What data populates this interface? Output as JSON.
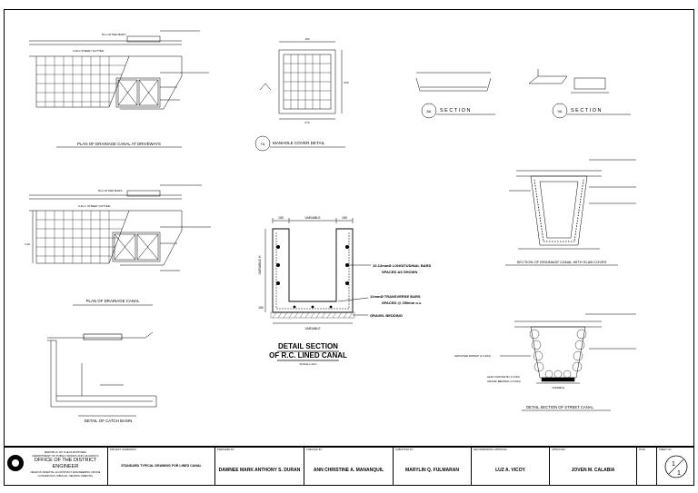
{
  "views": {
    "driveway": {
      "title": "PLAN OF DRAINAGE CANAL AT DRIVEWAYS",
      "gutter": "0.40m STREET GUTTER",
      "bars": "5mm Ø TIED BARS"
    },
    "manhole": {
      "tag": "7A",
      "title": "MANHOLE COVER DETAIL",
      "dim_top": "150",
      "dim_bottom": "670",
      "dim_side": "620"
    },
    "section_left": {
      "tag": "8A",
      "title": "SECTION"
    },
    "section_right": {
      "tag": "9A",
      "title": "SECTION"
    },
    "slab_cover": {
      "title": "SECTION OF DRAINAGE CANAL WITH SLAB COVER"
    },
    "plan_canal": {
      "title": "PLAN OF DRAINAGE CANAL",
      "gutter": "0.40 m STREET GUTTER",
      "bars": "5mm Ø TIED BARS",
      "dim": "1.00"
    },
    "lined_canal": {
      "title_line1": "DETAIL SECTION",
      "title_line2": "OF R.C. LINED CANAL",
      "scale": "SCALE 1:10m",
      "dim_left": "150",
      "dim_mid": "VARIABLE",
      "dim_right": "150",
      "dim_height": "VARIABLE H",
      "dim_bottom_left": "150",
      "dim_bottom": "VARIABLE",
      "note_long": "10-12mmØ LONGITUDINAL BARS",
      "note_long2": "SPACED AS SHOWN",
      "note_trans": "12mmØ TRANSVERSE BARS",
      "note_trans2": "SPACED @ 250mm o.c.",
      "note_gravel": "GRAVEL BEDDING"
    },
    "catch_basin": {
      "title": "DETAIL OF CATCH BASIN"
    },
    "street_canal": {
      "title": "DETAIL SECTION OF STREET CANAL",
      "note_riprap": "GROUTED RIPRAP (1:3:26d)",
      "note_lean": "LEAN CONCRETE (1:3:26d)",
      "note_gravel": "GRAVEL BEDDING (1:3:26d)",
      "note_variable": "VARIABLE"
    }
  },
  "title_block": {
    "office_line1": "REPUBLIC OF THE PHILIPPINES",
    "office_line2": "DEPARTMENT OF PUBLIC WORKS AND HIGHWAYS",
    "office_name": "OFFICE OF THE DISTRICT ENGINEER",
    "office_line3": "NEGROS ORIENTAL 2nd DISTRICT ENGINEERING OFFICE",
    "office_line4": "CONCEPCION, SIBULAN, NEGROS ORIENTAL",
    "project_caption": "PROJECT NAME/DESC:",
    "drawing_title": "STANDARD TYPICAL DRAWING FOR LINED CANAL",
    "prepared_caption": "PREPARED BY:",
    "prepared_by": "DAWNEE MARK ANTHONY S. DURAN",
    "checked_caption": "CHECKED BY:",
    "checked_by": "ANN CHRISTINE A. MANANQUIL",
    "submitted_caption": "SUBMITTED BY:",
    "submitted_by": "MARYLIN Q. FULMARAN",
    "recommended_caption": "RECOMMENDING APPROVAL:",
    "recommended_by": "LUZ A. VICOY",
    "approved_caption": "APPROVED:",
    "approved_by": "JOVEN M. CALABIA",
    "date_caption": "DATE",
    "sheet_caption": "SHEET NO.",
    "sheet_num": "1",
    "sheet_total": "1"
  }
}
